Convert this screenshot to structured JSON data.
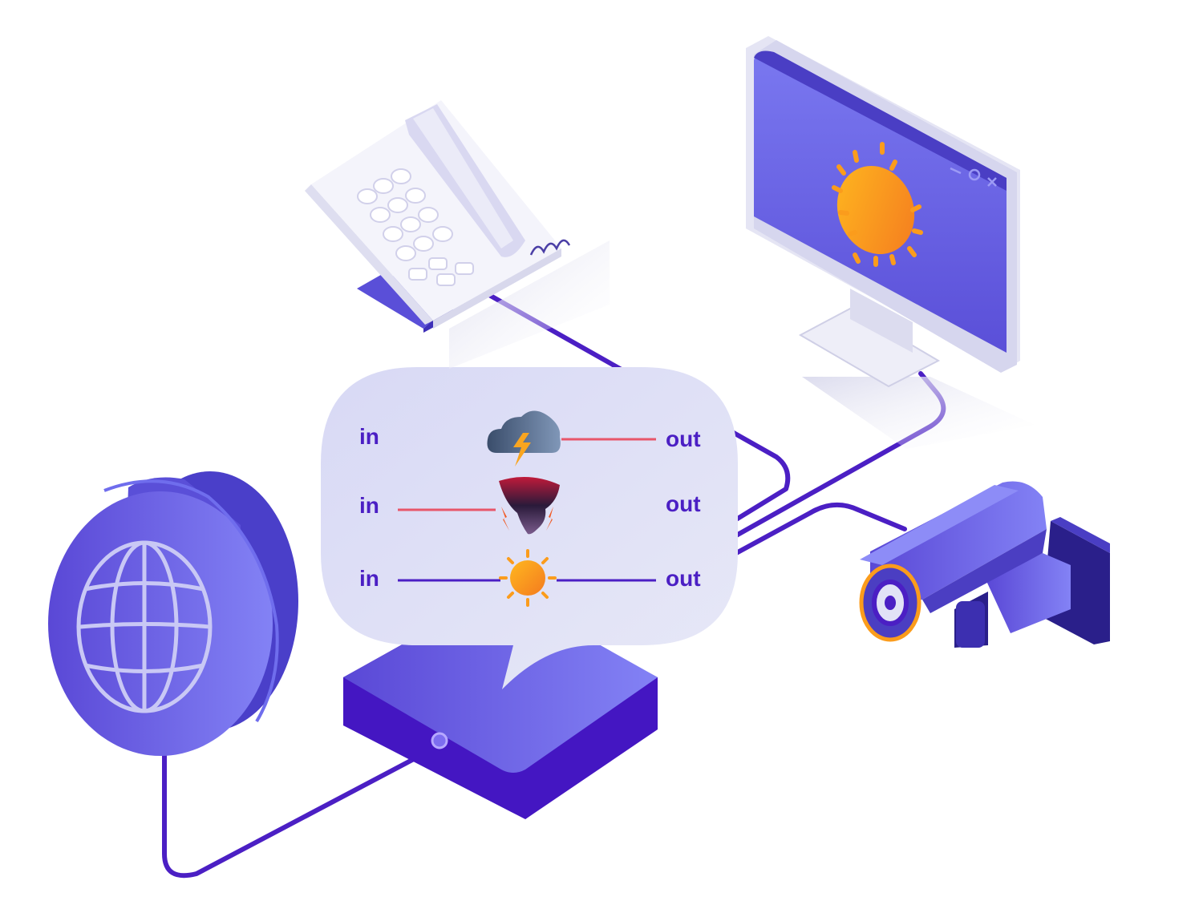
{
  "bubble": {
    "rows": [
      {
        "in_label": "in",
        "out_label": "out",
        "icon": "storm-cloud-icon",
        "input_line": false,
        "output_line": true,
        "output_color": "#e8566a"
      },
      {
        "in_label": "in",
        "out_label": "out",
        "icon": "tornado-icon",
        "input_line": true,
        "output_line": false,
        "input_color": "#e8566a"
      },
      {
        "in_label": "in",
        "out_label": "out",
        "icon": "sun-icon",
        "input_line": true,
        "output_line": true,
        "input_color": "#4b1fc4",
        "output_color": "#4b1fc4"
      }
    ]
  },
  "devices": [
    "globe-icon",
    "router-box",
    "telephone",
    "monitor",
    "security-camera"
  ],
  "colors": {
    "cable": "#4b1fc4",
    "device_light": "#7b7af2",
    "device_dark": "#4b1fc4",
    "bubble_bg": "#e1e2f6",
    "sun": "#fb9c1c",
    "alert_line": "#e8566a"
  }
}
